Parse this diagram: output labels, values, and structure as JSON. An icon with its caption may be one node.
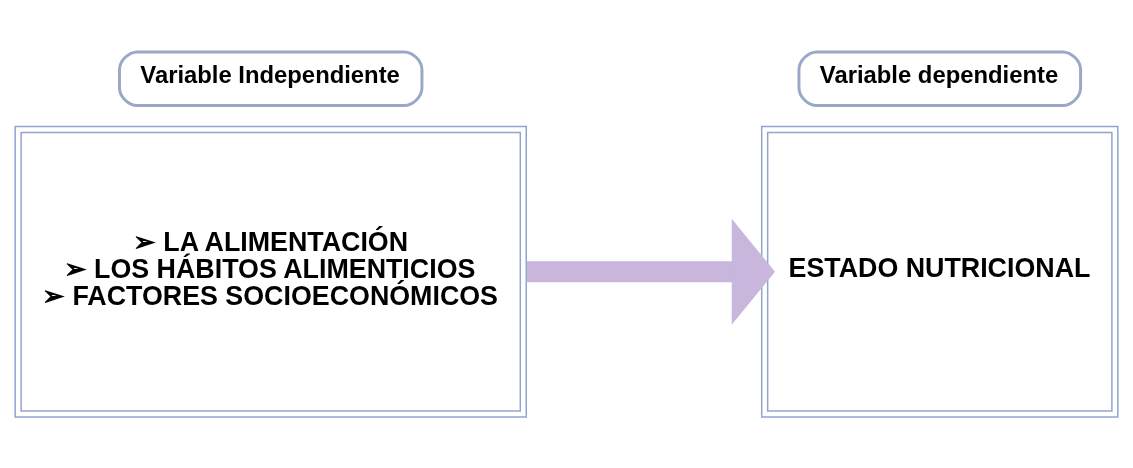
{
  "diagram": {
    "nodes": [
      {
        "text": [
          "Variable Independiente"
        ]
      },
      {
        "text": [
          "Variable dependiente"
        ]
      },
      {
        "text": [
          "➢ LA ALIMENTACIÓN",
          "➢ LOS HÁBITOS ALIMENTICIOS",
          "➢ FACTORES SOCIOECONÓMICOS"
        ]
      },
      {
        "text": [
          "ESTADO NUTRICIONAL"
        ]
      }
    ],
    "edges": [
      {
        "from": 2,
        "to": 3,
        "arrow": "to"
      }
    ]
  }
}
